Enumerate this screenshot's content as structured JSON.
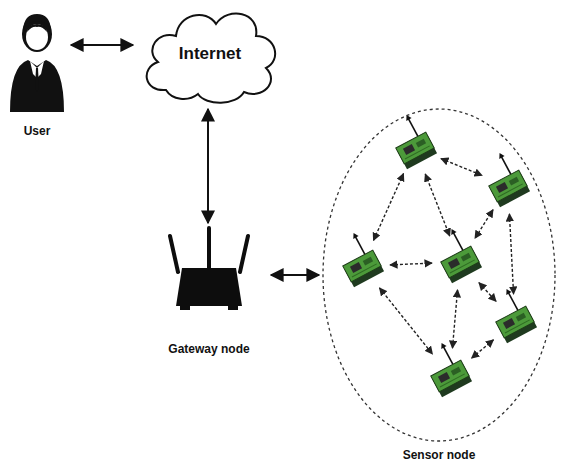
{
  "diagram": {
    "nodes": [
      {
        "text": [
          "User"
        ]
      },
      {
        "text": [
          "Internet"
        ]
      },
      {
        "text": [
          "Gateway node"
        ]
      },
      {
        "text": [
          "Sensor node"
        ]
      }
    ],
    "edges": [
      {
        "from": 0,
        "to": 1,
        "arrow": "both"
      },
      {
        "from": 1,
        "to": 2,
        "arrow": "both"
      },
      {
        "from": 2,
        "to": 3,
        "arrow": "both"
      }
    ]
  }
}
